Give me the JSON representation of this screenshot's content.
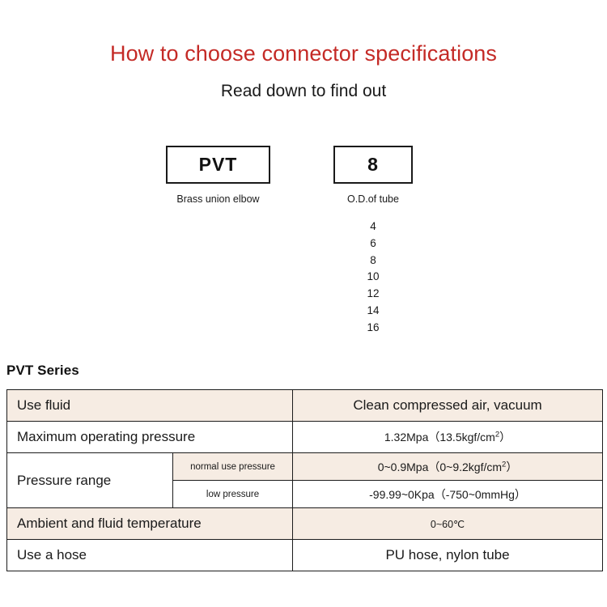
{
  "header": {
    "title": "How to choose connector specifications",
    "subtitle": "Read down to find out",
    "title_color": "#c42a26"
  },
  "selector": {
    "series_box": {
      "code": "PVT",
      "caption": "Brass union elbow"
    },
    "size_box": {
      "code": "8",
      "caption": "O.D.of tube",
      "options": [
        "4",
        "6",
        "8",
        "10",
        "12",
        "14",
        "16"
      ]
    }
  },
  "spec": {
    "series_label": "PVT Series",
    "shade_color": "#f6ece3",
    "rows": [
      {
        "name": "Use fluid",
        "value": "Clean compressed air, vacuum"
      },
      {
        "name": "Maximum operating pressure",
        "value_prefix": "1.32Mpa（13.5kgf/cm",
        "value_sup": "2",
        "value_suffix": "）"
      },
      {
        "name": "Pressure range",
        "sub_rows": [
          {
            "label": "normal use pressure",
            "value_prefix": "0~0.9Mpa（0~9.2kgf/cm",
            "value_sup": "2",
            "value_suffix": "）"
          },
          {
            "label": "low pressure",
            "value": "-99.99~0Kpa（-750~0mmHg）"
          }
        ]
      },
      {
        "name": "Ambient and fluid temperature",
        "value": "0~60℃"
      },
      {
        "name": "Use a hose",
        "value": "PU hose, nylon tube"
      }
    ]
  }
}
